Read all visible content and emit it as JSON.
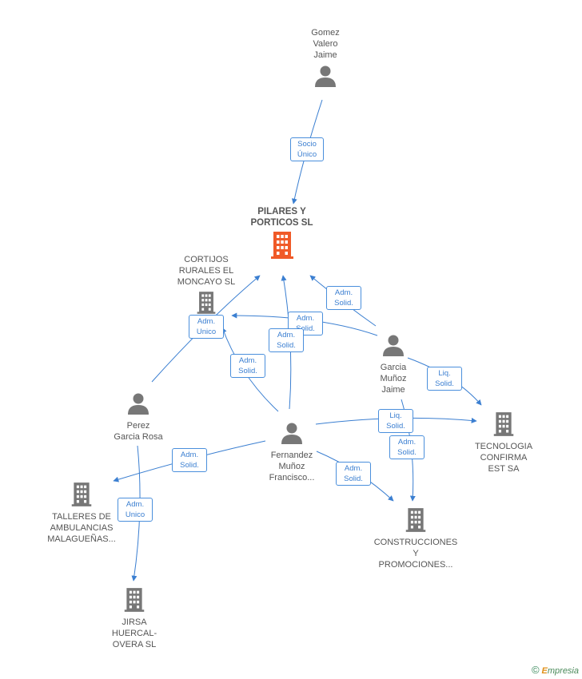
{
  "colors": {
    "edge": "#3b7fd1",
    "company": "#777777",
    "main": "#f05a28",
    "person": "#777777"
  },
  "nodes": {
    "gomez": "Gomez\nValero\nJaime",
    "pilares": "PILARES Y\nPORTICOS SL",
    "cortijos": "CORTIJOS\nRURALES EL\nMONCAYO SL",
    "garcia": "Garcia\nMuñoz\nJaime",
    "perez": "Perez\nGarcia Rosa",
    "fernandez": "Fernandez\nMuñoz\nFrancisco...",
    "tecnologia": "TECNOLOGIA\nCONFIRMA\nEST SA",
    "talleres": "TALLERES DE\nAMBULANCIAS\nMALAGUEÑAS...",
    "construcciones": "CONSTRUCCIONES\nY\nPROMOCIONES...",
    "jirsa": "JIRSA\nHUERCAL-\nOVERA SL"
  },
  "badges": {
    "socio_unico": "Socio\nÚnico",
    "garcia_pilares": "Adm.\nSolid.",
    "garcia_cortijos": "Adm.\nSolid.",
    "fernandez_pilares": "Adm.\nSolid.",
    "perez_cortijos": "Adm.\nUnico",
    "fernandez_cortijos": "Adm.\nSolid.",
    "garcia_tecnologia": "Liq.\nSolid.",
    "fernandez_tecnologia": "Liq.\nSolid.",
    "garcia_construcciones": "Adm.\nSolid.",
    "fernandez_talleres": "Adm.\nSolid.",
    "fernandez_construcciones": "Adm.\nSolid.",
    "perez_jirsa": "Adm.\nUnico"
  },
  "footer": {
    "copyright": "©",
    "brand_first": "E",
    "brand_rest": "mpresia"
  }
}
